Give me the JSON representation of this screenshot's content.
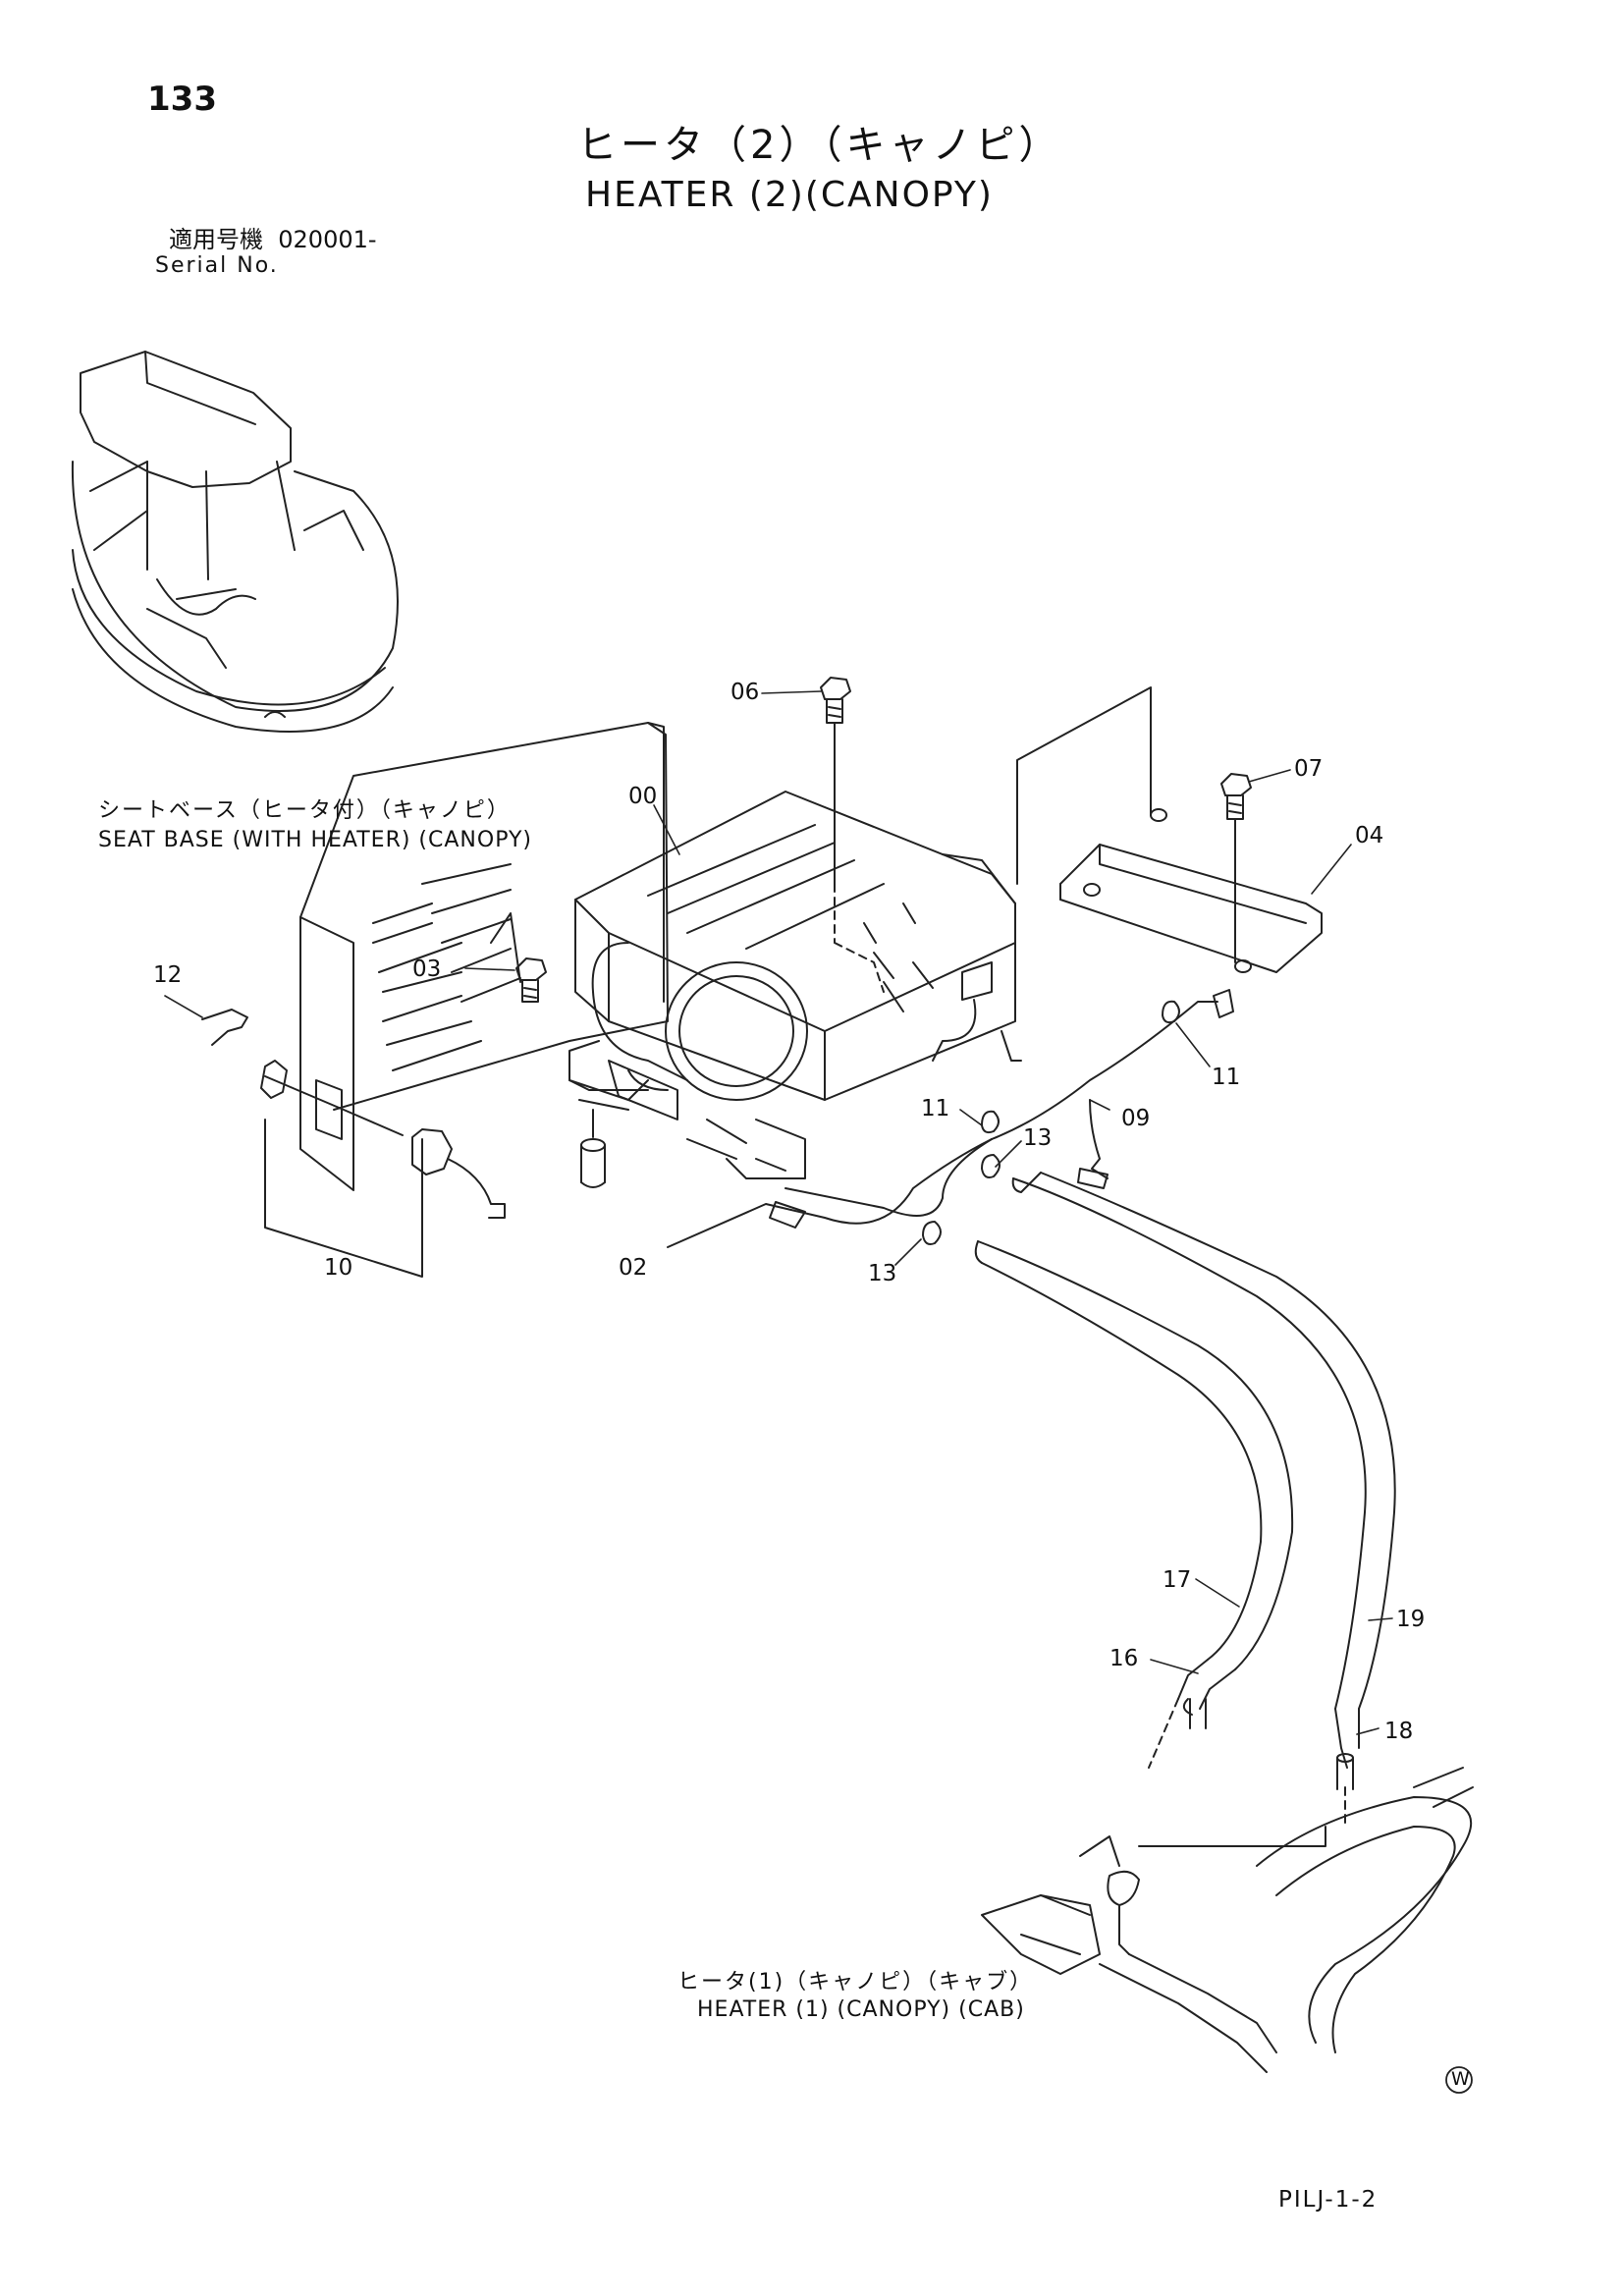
{
  "header": {
    "page_number": "133",
    "title_jp": "ヒータ（2）（キャノピ）",
    "title_en": "HEATER (2)(CANOPY)",
    "serial_label_jp": "適用号機",
    "serial_value": "020001-",
    "serial_label_en": "Serial No."
  },
  "labels": {
    "seat_base_jp": "シートベース（ヒータ付）（キャノピ）",
    "seat_base_en": "SEAT BASE (WITH HEATER) (CANOPY)",
    "heater1_jp": "ヒータ(1)（キャノピ）（キャブ）",
    "heater1_en": "HEATER (1) (CANOPY) (CAB)"
  },
  "callouts": {
    "c00": "00",
    "c02": "02",
    "c03": "03",
    "c04": "04",
    "c06": "06",
    "c07": "07",
    "c09": "09",
    "c10": "10",
    "c11a": "11",
    "c11b": "11",
    "c12": "12",
    "c13a": "13",
    "c13b": "13",
    "c16": "16",
    "c17": "17",
    "c18": "18",
    "c19": "19"
  },
  "footer": {
    "symbol": "W",
    "code": "PILJ-1-2"
  }
}
